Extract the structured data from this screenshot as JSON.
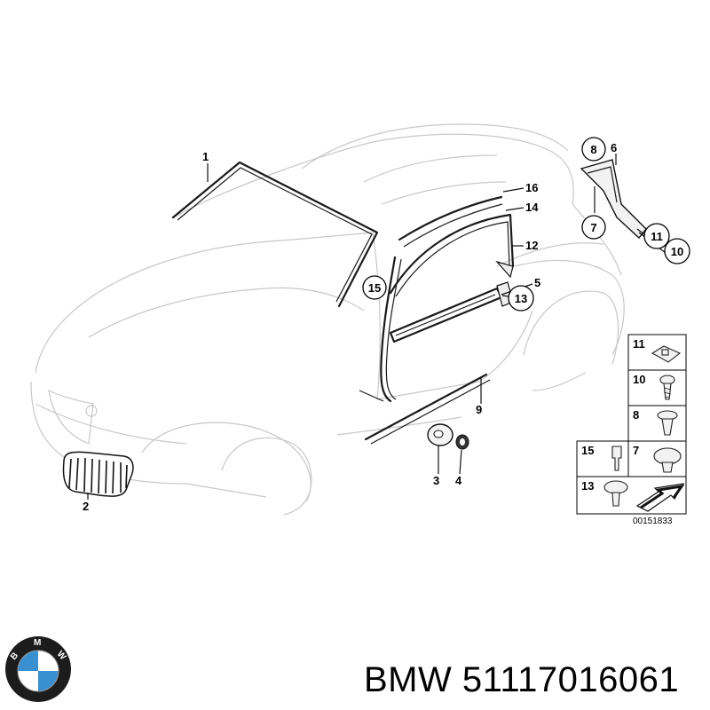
{
  "callouts": {
    "c1": "1",
    "c2": "2",
    "c3": "3",
    "c4": "4",
    "c5": "5",
    "c6": "6",
    "c7": "7",
    "c8": "8",
    "c9": "9",
    "c10": "10",
    "c11": "11",
    "c12": "12",
    "c13": "13",
    "c14": "14",
    "c15": "15",
    "c16": "16"
  },
  "legend": {
    "r1": "11",
    "r2": "10",
    "r3": "8",
    "r4a": "15",
    "r4b": "7",
    "r5": "13"
  },
  "drawing_code": "00151833",
  "caption": "BMW 51117016061",
  "logo": {
    "icon": "bmw-roundel-icon",
    "letters": "BMW",
    "colors": {
      "ring": "#1c1c1c",
      "blue": "#3a8fd0",
      "white": "#ffffff"
    }
  }
}
